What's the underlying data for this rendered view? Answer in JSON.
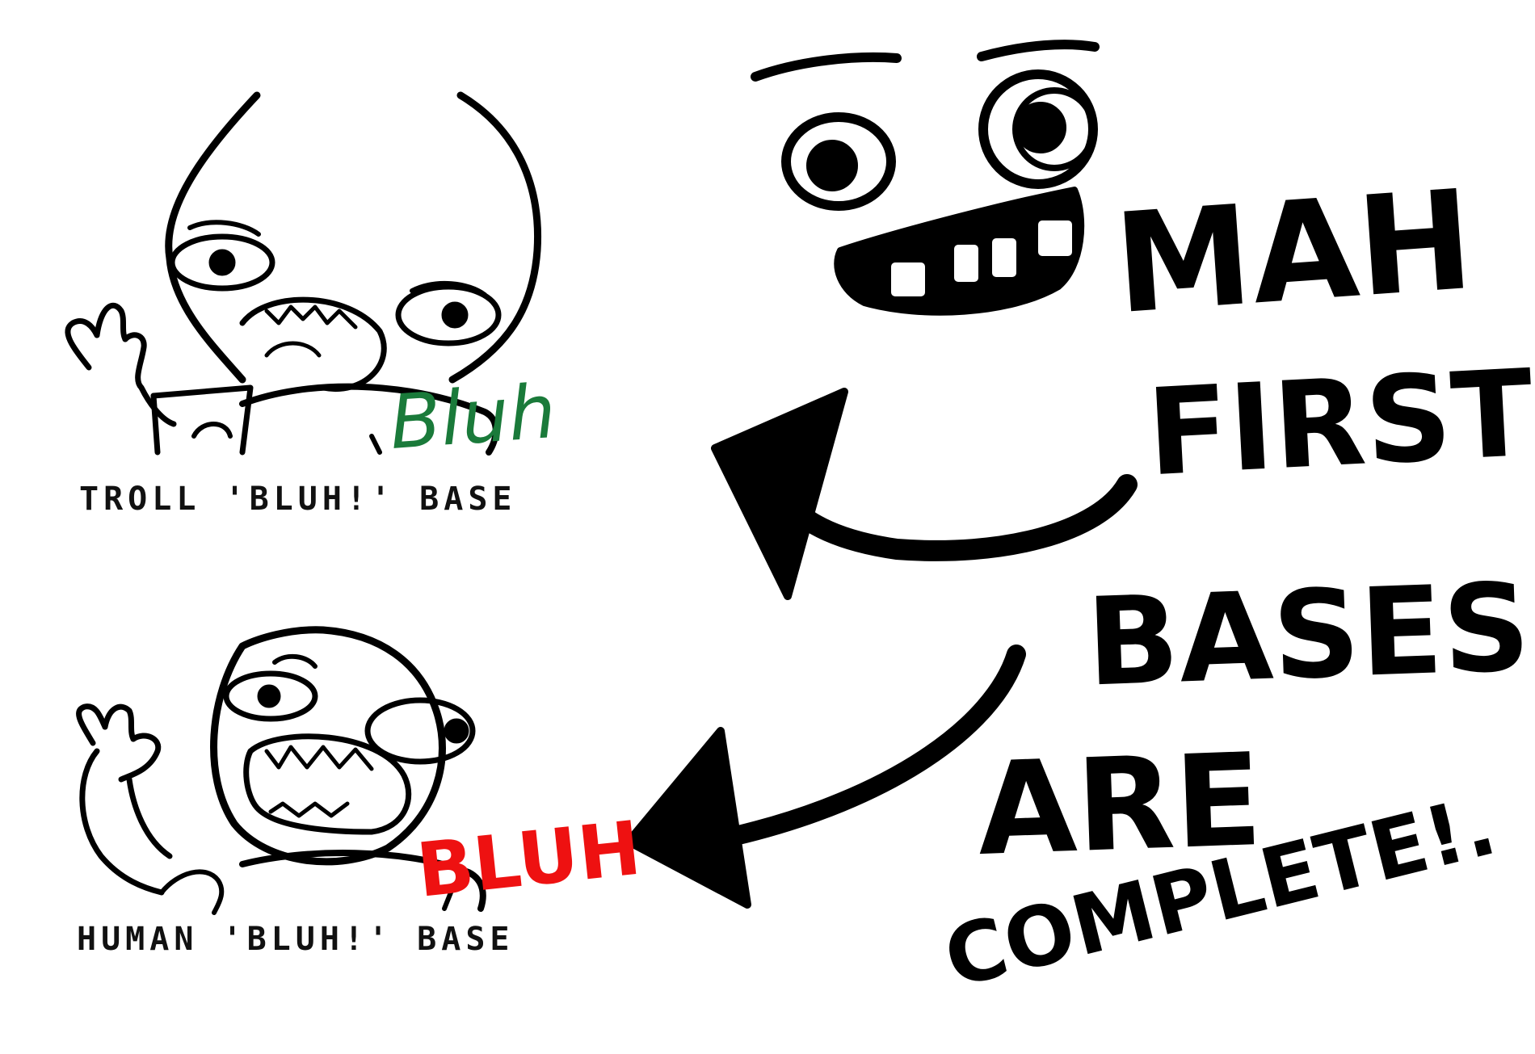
{
  "panels": [
    {
      "id": "troll",
      "caption": "TROLL 'BLUH!' BASE",
      "sound": "Bluh",
      "sound_color": "#1a7a3a"
    },
    {
      "id": "human",
      "caption": "HUMAN 'BLUH!' BASE",
      "sound": "BLUH",
      "sound_color": "#ee1111"
    }
  ],
  "headline": {
    "line1": "MAH",
    "line2": "FIRST",
    "line3": "BASES",
    "line4": "ARE",
    "line5": "COMPLETE",
    "line5_punct": "!."
  },
  "colors": {
    "ink": "#000000",
    "background": "#ffffff"
  }
}
